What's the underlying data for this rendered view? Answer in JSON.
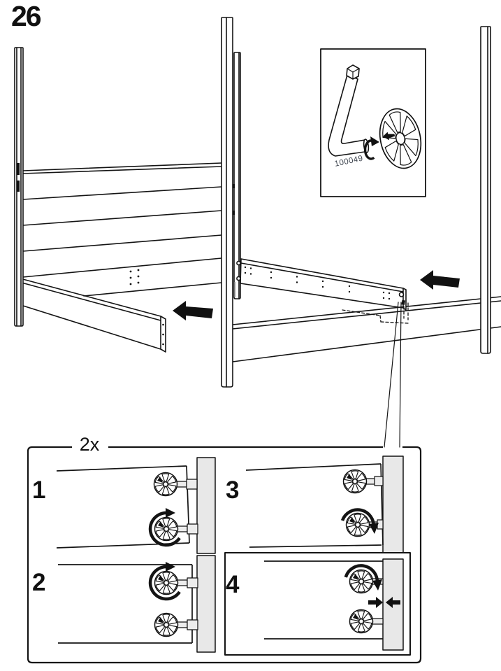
{
  "manual_step": {
    "number": "26"
  },
  "tool_inset": {
    "part_number": "100049"
  },
  "detail_panel": {
    "quantity_label": "2x",
    "sections": [
      {
        "label": "1"
      },
      {
        "label": "2"
      },
      {
        "label": "3"
      },
      {
        "label": "4"
      }
    ]
  },
  "colors": {
    "line": "#111111",
    "post_section_fill": "#e8e8e8",
    "background": "#ffffff",
    "part_number_color": "#3f4650"
  }
}
